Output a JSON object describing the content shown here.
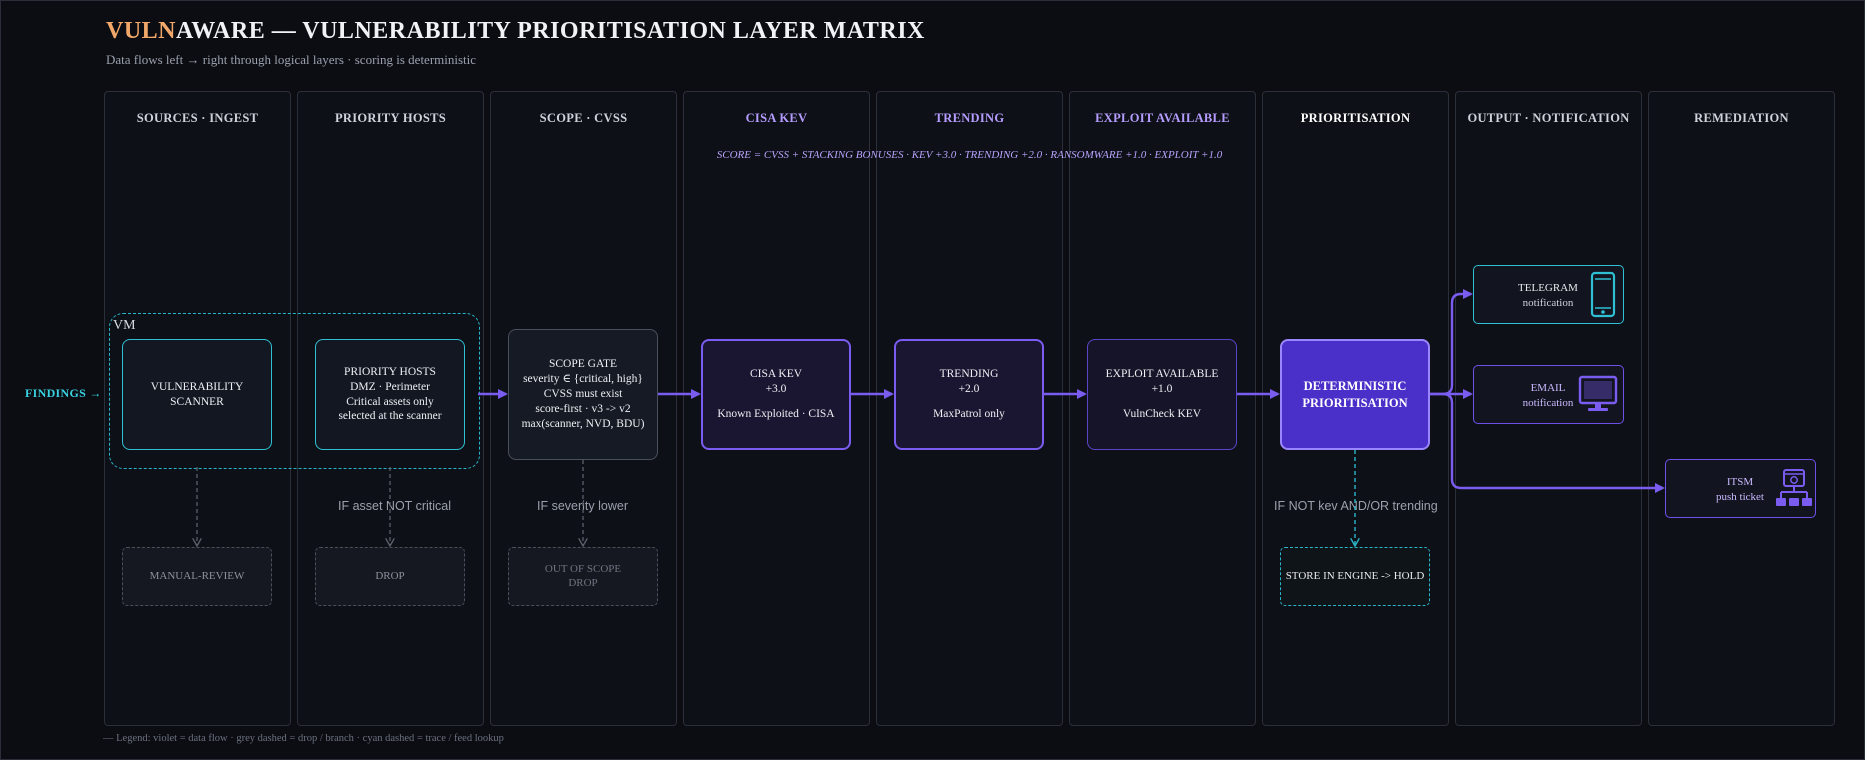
{
  "title": {
    "brand": "VULN",
    "rest": "AWARE — VULNERABILITY PRIORITISATION LAYER MATRIX"
  },
  "subtitle": "Data flows left → right through logical layers · scoring is deterministic",
  "columns": [
    {
      "label": "SOURCES · INGEST"
    },
    {
      "label": "PRIORITY HOSTS"
    },
    {
      "label": "SCOPE · CVSS"
    },
    {
      "label": "CISA KEV"
    },
    {
      "label": "TRENDING"
    },
    {
      "label": "EXPLOIT AVAILABLE"
    },
    {
      "label": "PRIORITISATION"
    },
    {
      "label": "OUTPUT · NOTIFICATION"
    },
    {
      "label": "REMEDIATION"
    }
  ],
  "formula": "SCORE = CVSS + STACKING BONUSES · KEV +3.0 · TRENDING +2.0 · RANSOMWARE +1.0 · EXPLOIT +1.0",
  "entry": "FINDINGS →",
  "vm_group": "VM",
  "nodes": {
    "scanner": [
      "VULNERABILITY",
      "SCANNER"
    ],
    "priority_hosts": [
      "PRIORITY HOSTS",
      "DMZ · Perimeter",
      "Critical assets only",
      "selected at the scanner"
    ],
    "scope_gate": [
      "SCOPE GATE",
      "severity ∈ {critical, high}",
      "CVSS must exist",
      "score-first · v3 -> v2",
      "max(scanner, NVD, BDU)"
    ],
    "kev": {
      "title": "CISA KEV",
      "bonus": "+3.0",
      "note": "Known Exploited · CISA"
    },
    "trending": {
      "title": "TRENDING",
      "bonus": "+2.0",
      "note": "MaxPatrol only"
    },
    "exploit": {
      "title": "EXPLOIT AVAILABLE",
      "bonus": "+1.0",
      "note": "VulnCheck KEV"
    },
    "prioritisation": [
      "DETERMINISTIC",
      "PRIORITISATION"
    ]
  },
  "sinks": {
    "manual_review": "MANUAL-REVIEW",
    "drop": "DROP",
    "out_of_scope": [
      "OUT OF SCOPE",
      "DROP"
    ],
    "hold": "STORE IN ENGINE -> HOLD"
  },
  "branches": {
    "not_critical": "IF asset NOT critical",
    "severity_lower": "IF severity lower",
    "not_kev": "IF NOT kev AND/OR trending"
  },
  "outputs": {
    "telegram": {
      "title": "TELEGRAM",
      "sub": "notification",
      "icon": "phone-icon"
    },
    "email": {
      "title": "EMAIL",
      "sub": "notification",
      "icon": "monitor-icon"
    },
    "itsm": {
      "title": "ITSM",
      "sub": "push ticket",
      "icon": "org-chart-icon"
    }
  },
  "legend": "— Legend: violet = data flow · grey dashed = drop / branch · cyan dashed = trace / feed lookup",
  "colors": {
    "accent": "#f2a86a",
    "flow": "#7a5cf0",
    "trace": "#2ab6c9",
    "drop": "#4a4f5c",
    "prioritisation_fill": "#4a2fc8"
  }
}
